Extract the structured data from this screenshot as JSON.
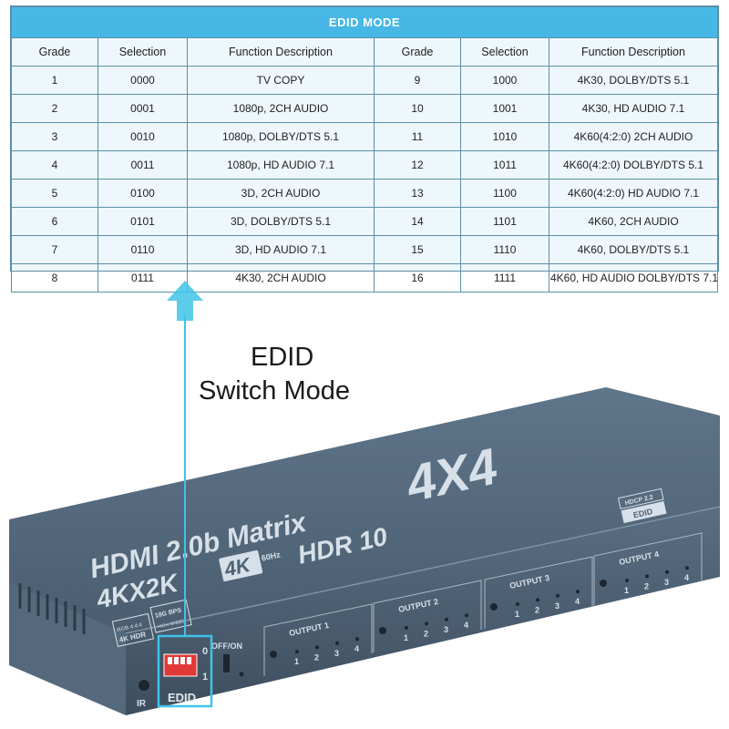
{
  "table": {
    "title": "EDID MODE",
    "headers": [
      "Grade",
      "Selection",
      "Function Description",
      "Grade",
      "Selection",
      "Function Description"
    ],
    "rows": [
      [
        "1",
        "0000",
        "TV COPY",
        "9",
        "1000",
        "4K30, DOLBY/DTS 5.1"
      ],
      [
        "2",
        "0001",
        "1080p, 2CH AUDIO",
        "10",
        "1001",
        "4K30, HD AUDIO 7.1"
      ],
      [
        "3",
        "0010",
        "1080p, DOLBY/DTS 5.1",
        "11",
        "1010",
        "4K60(4:2:0) 2CH AUDIO"
      ],
      [
        "4",
        "0011",
        "1080p, HD AUDIO 7.1",
        "12",
        "1011",
        "4K60(4:2:0) DOLBY/DTS 5.1"
      ],
      [
        "5",
        "0100",
        "3D, 2CH AUDIO",
        "13",
        "1100",
        "4K60(4:2:0) HD AUDIO 7.1"
      ],
      [
        "6",
        "0101",
        "3D, DOLBY/DTS 5.1",
        "14",
        "1101",
        "4K60, 2CH AUDIO"
      ],
      [
        "7",
        "0110",
        "3D, HD AUDIO 7.1",
        "15",
        "1110",
        "4K60, DOLBY/DTS 5.1"
      ],
      [
        "8",
        "0111",
        "4K30, 2CH AUDIO",
        "16",
        "1111",
        "4K60, HD AUDIO DOLBY/DTS 7.1"
      ]
    ]
  },
  "caption": {
    "line1": "EDID",
    "line2": "Switch Mode"
  },
  "device": {
    "title_line1": "HDMI 2.0b Matrix",
    "title_line2": "4KX2K",
    "hdr_text": "HDR 10",
    "size_label": "4X4",
    "badge_4k": "4K",
    "badge_60hz": "60Hz",
    "hdcp_text": "HDCP 2.2",
    "edid_box_text": "EDID",
    "small_badge_rgb": "RGB 4:4:4",
    "small_badge_hdr": "4K HDR",
    "gbps_text": "18G BPS",
    "high_speed_text": "HIGH SPEED",
    "switch_label": "OFF/ON",
    "switch_zero": "0",
    "switch_one": "1",
    "edid_label": "EDID",
    "ir_label": "IR",
    "outputs": [
      {
        "label": "OUTPUT 1",
        "nums": [
          "1",
          "2",
          "3",
          "4"
        ]
      },
      {
        "label": "OUTPUT 2",
        "nums": [
          "1",
          "2",
          "3",
          "4"
        ]
      },
      {
        "label": "OUTPUT 3",
        "nums": [
          "1",
          "2",
          "3",
          "4"
        ]
      },
      {
        "label": "OUTPUT 4",
        "nums": [
          "1",
          "2",
          "3",
          "4"
        ]
      }
    ]
  },
  "colors": {
    "header_bg": "#47b8e6",
    "table_bg": "#eef7fc",
    "accent": "#3fc3e8",
    "device_body": "#4e6274"
  }
}
